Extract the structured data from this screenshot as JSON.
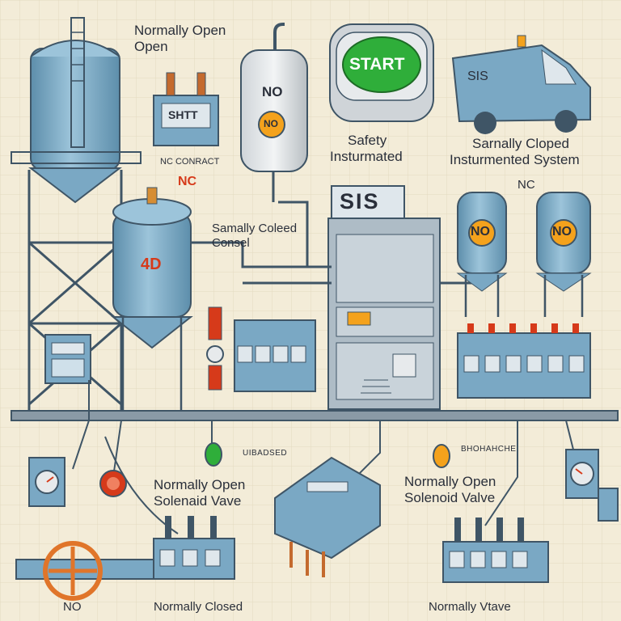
{
  "labels": {
    "normally_open_top_line1": "Normally Open",
    "normally_open_top_line2": "Open",
    "no_tank": "NO",
    "no_tank_badge": "NO",
    "start": "START",
    "sis_truck": "SIS",
    "safety_line1": "Safety",
    "safety_line2": "Insturmated",
    "samally_line1": "Sarnally Cloped",
    "samally_line2": "Insturmented System",
    "nc_contact": "NC CONRACT",
    "nc_red": "NC",
    "nc_right": "NC",
    "samally_coleed_line1": "Samally Coleed",
    "samally_coleed_line2": "Consel",
    "sis_cabinet": "SIS",
    "tank_badge_left": "4D",
    "tank_no_1": "NO",
    "tank_no_2": "NO",
    "switch_plate": "SHTT",
    "no_solenoid_left_line1": "Normally Open",
    "no_solenoid_left_line2": "Solenaid Vave",
    "no_solenoid_right_line1": "Normally Open",
    "no_solenoid_right_line2": "Solenoid Valve",
    "no_bottom_left": "NO",
    "normally_closed_bottom": "Normally Closed",
    "normally_vtave_bottom": "Normally Vtave",
    "small_left": "UIBADSED",
    "small_right": "BHOHAHCHE"
  },
  "colors": {
    "background": "#f3ecd8",
    "tank": "#7aa8c4",
    "frame": "#3f5566",
    "start_green": "#2fae3a",
    "orange": "#f4a21c",
    "red": "#d63a1a"
  }
}
